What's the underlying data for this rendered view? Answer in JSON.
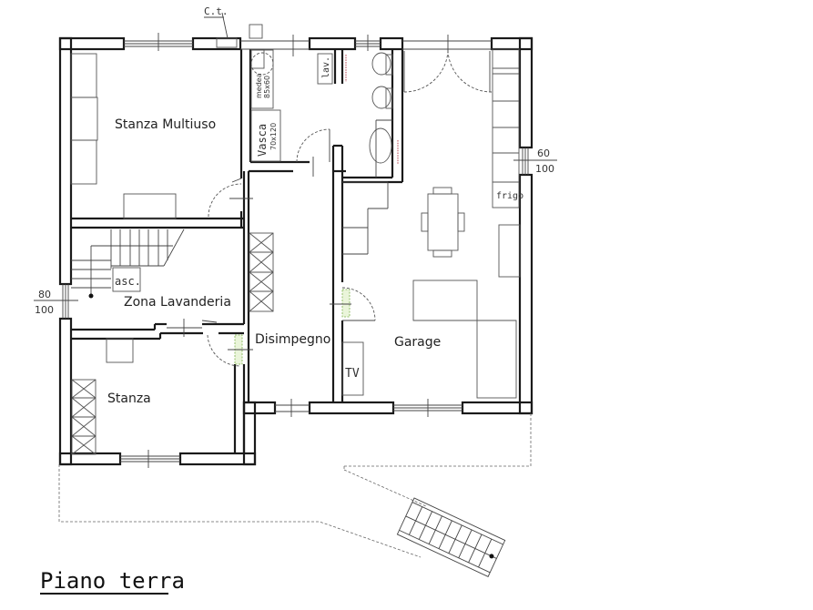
{
  "plan": {
    "title": "Piano terra",
    "rooms": {
      "stanza_multiuso": "Stanza Multiuso",
      "zona_lavanderia": "Zona Lavanderia",
      "stanza": "Stanza",
      "disimpegno": "Disimpegno",
      "garage": "Garage"
    },
    "fixtures": {
      "ct": "C.t.",
      "lav": "lav.",
      "doccia_1": "medea",
      "doccia_2": "85x60",
      "vasca_1": "Vasca",
      "vasca_2": "70x120",
      "frigo": "frigo",
      "asc": "asc.",
      "tv": "TV"
    },
    "dimensions": {
      "window_east_top": "60",
      "window_east_bottom": "100",
      "window_west_top": "80",
      "window_west_bottom": "100"
    },
    "colors": {
      "wall": "#1a1a1a",
      "radiator": "#c0606a",
      "hatch_fill": "#eaf5da",
      "hatch_stroke": "#7ab04a"
    }
  }
}
